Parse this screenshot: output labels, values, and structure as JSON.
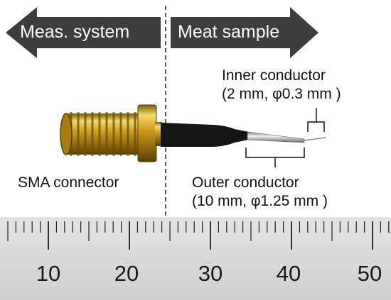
{
  "arrows": {
    "left_label": "Meas. system",
    "right_label": "Meat sample"
  },
  "labels": {
    "inner_conductor": "Inner conductor",
    "inner_conductor_spec": "(2 mm, φ0.3 mm )",
    "sma_connector": "SMA connector",
    "outer_conductor": "Outer conductor",
    "outer_conductor_spec": "(10 mm, φ1.25 mm )"
  },
  "ruler": {
    "numbers": [
      "10",
      "20",
      "30",
      "40",
      "50"
    ]
  },
  "colors": {
    "arrow_fill": "#3d3d3d",
    "gold": "#c9a21f",
    "cable": "#151515",
    "steel": "#b9b9b9",
    "ruler": "#d9d9d9"
  }
}
